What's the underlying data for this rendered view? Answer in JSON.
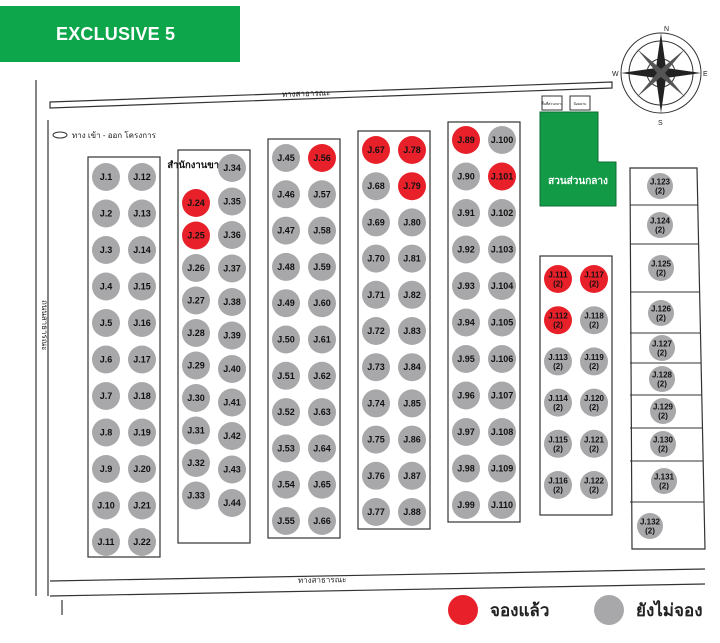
{
  "title": "EXCLUSIVE 5",
  "colors": {
    "brand_green": "#0da64b",
    "park_green": "#129a47",
    "booked": "#e8202a",
    "available": "#a8a8aa"
  },
  "roads": {
    "top": "ทางสาธารณะ",
    "bottom": "ทางสาธารณะ",
    "left": "ถนนสาธารณะ",
    "entrance": "ทาง เข้า - ออก โครงการ"
  },
  "landmarks": {
    "sales_office": "สำนักงานขาย",
    "park": "สวนส่วนกลาง",
    "small_box_1": "พื้นที่ส่วนกลาง",
    "small_box_2": "ป้อมยาม"
  },
  "compass": {
    "n": "N",
    "s": "S",
    "e": "E",
    "w": "W"
  },
  "legend": {
    "booked": "จองแล้ว",
    "available": "ยังไม่จอง"
  },
  "plots": {
    "booked": [
      "J.24",
      "J.25",
      "J.56",
      "J.67",
      "J.78",
      "J.79",
      "J.89",
      "J.101",
      "J.111 (2)",
      "J.117 (2)",
      "J.112 (2)"
    ],
    "list": [
      "J.1",
      "J.2",
      "J.3",
      "J.4",
      "J.5",
      "J.6",
      "J.7",
      "J.8",
      "J.9",
      "J.10",
      "J.11",
      "J.12",
      "J.13",
      "J.14",
      "J.15",
      "J.16",
      "J.17",
      "J.18",
      "J.19",
      "J.20",
      "J.21",
      "J.22",
      "J.24",
      "J.25",
      "J.26",
      "J.27",
      "J.28",
      "J.29",
      "J.30",
      "J.31",
      "J.32",
      "J.33",
      "J.34",
      "J.35",
      "J.36",
      "J.37",
      "J.38",
      "J.39",
      "J.40",
      "J.41",
      "J.42",
      "J.43",
      "J.44",
      "J.45",
      "J.46",
      "J.47",
      "J.48",
      "J.49",
      "J.50",
      "J.51",
      "J.52",
      "J.53",
      "J.54",
      "J.55",
      "J.56",
      "J.57",
      "J.58",
      "J.59",
      "J.60",
      "J.61",
      "J.62",
      "J.63",
      "J.64",
      "J.65",
      "J.66",
      "J.67",
      "J.68",
      "J.69",
      "J.70",
      "J.71",
      "J.72",
      "J.73",
      "J.74",
      "J.75",
      "J.76",
      "J.77",
      "J.78",
      "J.79",
      "J.80",
      "J.81",
      "J.82",
      "J.83",
      "J.84",
      "J.85",
      "J.86",
      "J.87",
      "J.88",
      "J.89",
      "J.90",
      "J.91",
      "J.92",
      "J.93",
      "J.94",
      "J.95",
      "J.96",
      "J.97",
      "J.98",
      "J.99",
      "J.100",
      "J.101",
      "J.102",
      "J.103",
      "J.104",
      "J.105",
      "J.106",
      "J.107",
      "J.108",
      "J.109",
      "J.110",
      "J.111 (2)",
      "J.112 (2)",
      "J.113 (2)",
      "J.114 (2)",
      "J.115 (2)",
      "J.116 (2)",
      "J.117 (2)",
      "J.118 (2)",
      "J.119 (2)",
      "J.120 (2)",
      "J.121 (2)",
      "J.122 (2)",
      "J.123 (2)",
      "J.124 (2)",
      "J.125 (2)",
      "J.126 (2)",
      "J.127 (2)",
      "J.128 (2)",
      "J.129 (2)",
      "J.130 (2)",
      "J.131 (2)",
      "J.132 (2)"
    ]
  }
}
